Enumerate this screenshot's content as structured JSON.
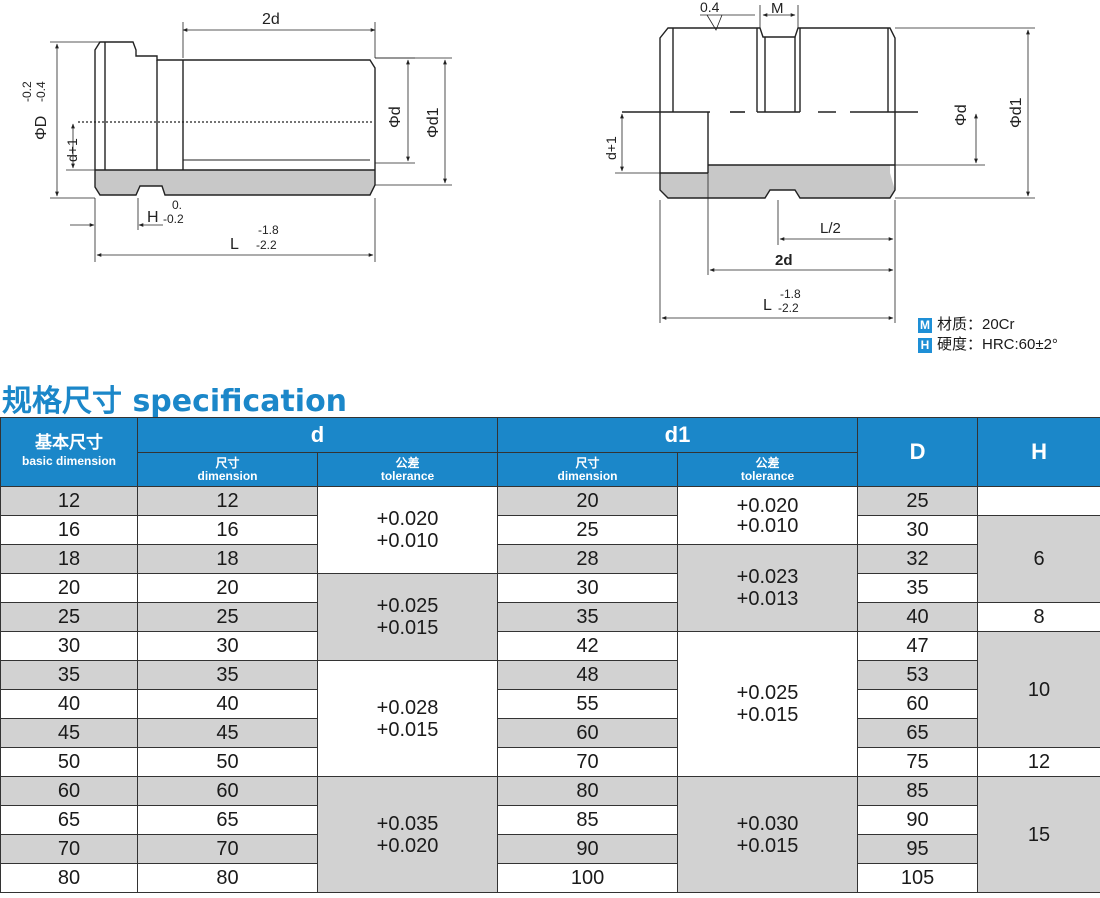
{
  "drawing_left": {
    "dim_2d": "2d",
    "dim_phiD": "ΦD",
    "dim_phiD_tol_upper": "-0.2",
    "dim_phiD_tol_lower": "-0.4",
    "dim_d_plus_1": "d+1",
    "dim_phi_d": "Φd",
    "dim_phi_d1": "Φd1",
    "dim_H": "H",
    "dim_H_tol_upper": "0.",
    "dim_H_tol_lower": "-0.2",
    "dim_L": "L",
    "dim_L_tol_upper": "-1.8",
    "dim_L_tol_lower": "-2.2"
  },
  "drawing_right": {
    "dim_04": "0.4",
    "dim_M": "M",
    "dim_d_plus_1": "d+1",
    "dim_phi_d": "Φd",
    "dim_phi_d1": "Φd1",
    "dim_L_half": "L/2",
    "dim_2d": "2d",
    "dim_L": "L",
    "dim_L_tol_upper": "-1.8",
    "dim_L_tol_lower": "-2.2"
  },
  "legend": {
    "material_tag": "M",
    "material_text": "材质：20Cr",
    "hardness_tag": "H",
    "hardness_text": "硬度：HRC:60±2°"
  },
  "spec": {
    "title": "规格尺寸 specification",
    "headers": {
      "basic_cn": "基本尺寸",
      "basic_en": "basic dimension",
      "d": "d",
      "d1": "d1",
      "D": "D",
      "H": "H",
      "dimension_cn": "尺寸",
      "dimension_en": "dimension",
      "tolerance_cn": "公差",
      "tolerance_en": "tolerance"
    },
    "rows": [
      {
        "basic": "12",
        "d": "12",
        "d1": "20",
        "D": "25"
      },
      {
        "basic": "16",
        "d": "16",
        "d1": "25",
        "D": "30"
      },
      {
        "basic": "18",
        "d": "18",
        "d1": "28",
        "D": "32"
      },
      {
        "basic": "20",
        "d": "20",
        "d1": "30",
        "D": "35"
      },
      {
        "basic": "25",
        "d": "25",
        "d1": "35",
        "D": "40"
      },
      {
        "basic": "30",
        "d": "30",
        "d1": "42",
        "D": "47"
      },
      {
        "basic": "35",
        "d": "35",
        "d1": "48",
        "D": "53"
      },
      {
        "basic": "40",
        "d": "40",
        "d1": "55",
        "D": "60"
      },
      {
        "basic": "45",
        "d": "45",
        "d1": "60",
        "D": "65"
      },
      {
        "basic": "50",
        "d": "50",
        "d1": "70",
        "D": "75"
      },
      {
        "basic": "60",
        "d": "60",
        "d1": "80",
        "D": "85"
      },
      {
        "basic": "65",
        "d": "65",
        "d1": "85",
        "D": "90"
      },
      {
        "basic": "70",
        "d": "70",
        "d1": "90",
        "D": "95"
      },
      {
        "basic": "80",
        "d": "80",
        "d1": "100",
        "D": "105"
      }
    ],
    "d_tolerance": [
      {
        "upper": "+0.020",
        "lower": "+0.010"
      },
      {
        "upper": "+0.025",
        "lower": "+0.015"
      },
      {
        "upper": "+0.028",
        "lower": "+0.015"
      },
      {
        "upper": "+0.035",
        "lower": "+0.020"
      }
    ],
    "d1_tolerance": [
      {
        "upper": "+0.020",
        "lower": "+0.010"
      },
      {
        "upper": "+0.023",
        "lower": "+0.013"
      },
      {
        "upper": "+0.025",
        "lower": "+0.015"
      },
      {
        "upper": "+0.030",
        "lower": "+0.015"
      }
    ],
    "H_values": [
      "6",
      "8",
      "10",
      "12",
      "15"
    ]
  }
}
